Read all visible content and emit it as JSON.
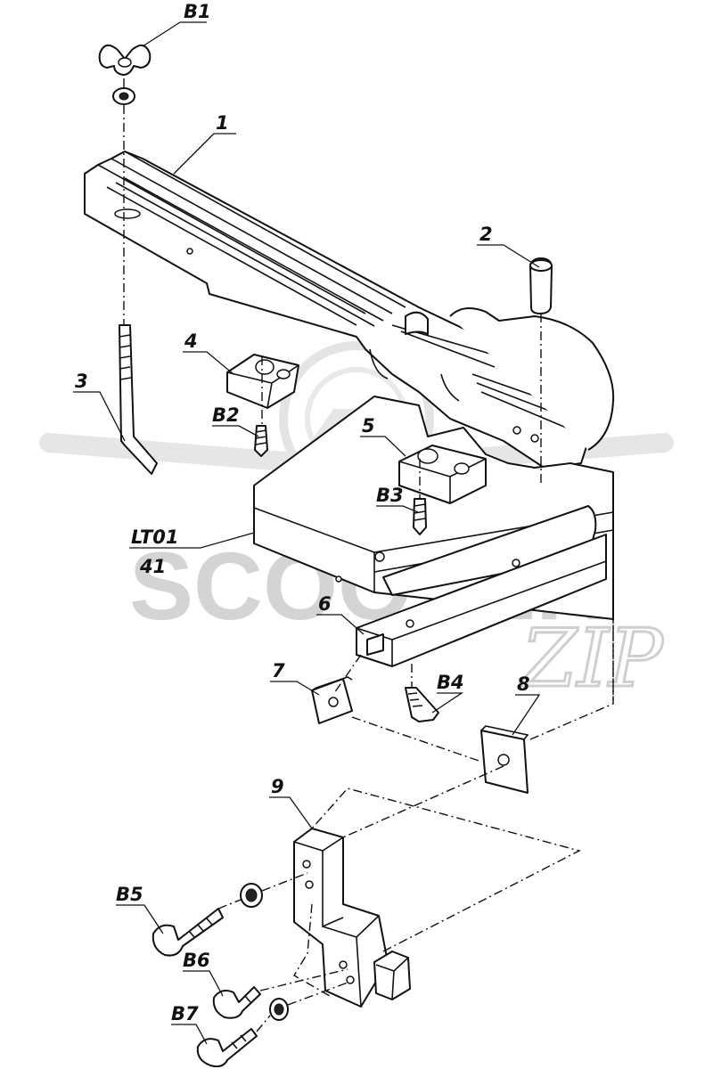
{
  "watermark": {
    "brand_main": "SCOOTER",
    "brand_accent": "ZIP",
    "color": "#d4d4d4"
  },
  "labels": {
    "b1": "B1",
    "p1": "1",
    "p2": "2",
    "p3": "3",
    "p4": "4",
    "b2": "B2",
    "p5": "5",
    "b3": "B3",
    "lt01": "LT01",
    "p41": "41",
    "p6": "6",
    "p7": "7",
    "b4": "B4",
    "p8": "8",
    "p9": "9",
    "b5": "B5",
    "b6": "B6",
    "b7": "B7"
  }
}
